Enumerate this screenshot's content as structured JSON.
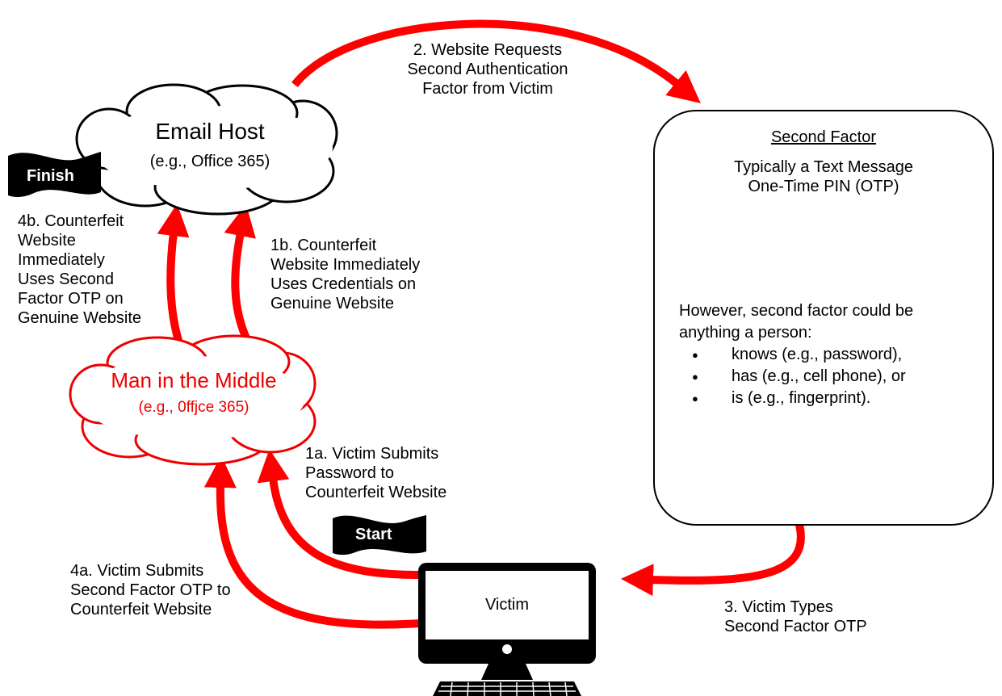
{
  "email_host": {
    "title": "Email Host",
    "subtitle": "(e.g., Office 365)"
  },
  "mitm": {
    "title": "Man in the Middle",
    "subtitle": "(e.g., 0ffjce 365)"
  },
  "second_factor": {
    "title": "Second Factor",
    "description": "Typically a Text Message\nOne-Time PIN (OTP)",
    "however": "However, second factor could be\nanything a person:",
    "items": [
      "knows (e.g., password),",
      "has (e.g., cell phone), or",
      "is (e.g., fingerprint)."
    ]
  },
  "victim": {
    "label": "Victim"
  },
  "flags": {
    "finish": "Finish",
    "start": "Start"
  },
  "steps": {
    "step_1a": "1a. Victim Submits\nPassword to\nCounterfeit Website",
    "step_1b": "1b. Counterfeit\nWebsite Immediately\nUses Credentials on\nGenuine Website",
    "step_2": "2. Website Requests\nSecond Authentication\nFactor from Victim",
    "step_3": "3. Victim Types\nSecond Factor OTP",
    "step_4a": "4a. Victim Submits\nSecond Factor OTP to\nCounterfeit Website",
    "step_4b": "4b. Counterfeit\nWebsite\nImmediately\nUses Second\nFactor OTP on\nGenuine Website"
  },
  "colors": {
    "arrow": "#ff0000",
    "mitm": "#ee0000",
    "outline": "#000000"
  }
}
